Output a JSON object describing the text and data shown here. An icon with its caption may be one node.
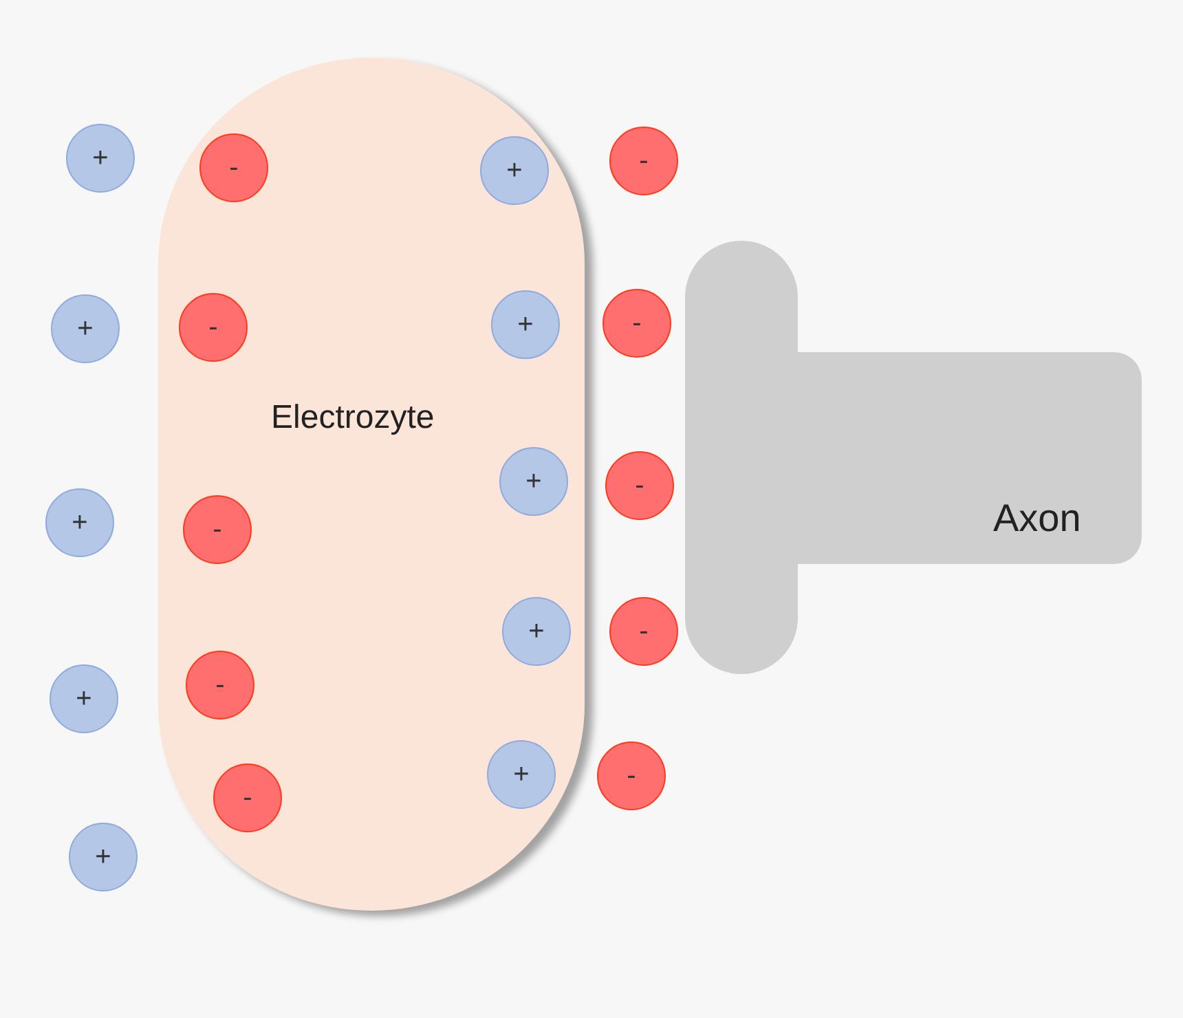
{
  "diagram": {
    "nodes": [
      {
        "text": [
          "Electrozyte"
        ]
      },
      {
        "text": [
          "+"
        ]
      },
      {
        "text": [
          "+"
        ]
      },
      {
        "text": [
          "+"
        ]
      },
      {
        "text": [
          "+"
        ]
      },
      {
        "text": [
          "+"
        ]
      },
      {
        "text": [
          "-"
        ],
        "in": 0
      },
      {
        "text": [
          "-"
        ],
        "in": 0
      },
      {
        "text": [
          "-"
        ],
        "in": 0
      },
      {
        "text": [
          "-"
        ],
        "in": 0
      },
      {
        "text": [
          "-"
        ],
        "in": 0
      },
      {
        "text": [
          "+"
        ],
        "in": 0
      },
      {
        "text": [
          "+"
        ],
        "in": 0
      },
      {
        "text": [
          "+"
        ],
        "in": 0
      },
      {
        "text": [
          "+"
        ],
        "in": 0
      },
      {
        "text": [
          "+"
        ],
        "in": 0
      },
      {
        "text": [
          "-"
        ]
      },
      {
        "text": [
          "-"
        ]
      },
      {
        "text": [
          "-"
        ]
      },
      {
        "text": [
          "-"
        ]
      },
      {
        "text": [
          "-"
        ]
      },
      {
        "text": [
          "Axon"
        ]
      }
    ],
    "edges": []
  }
}
